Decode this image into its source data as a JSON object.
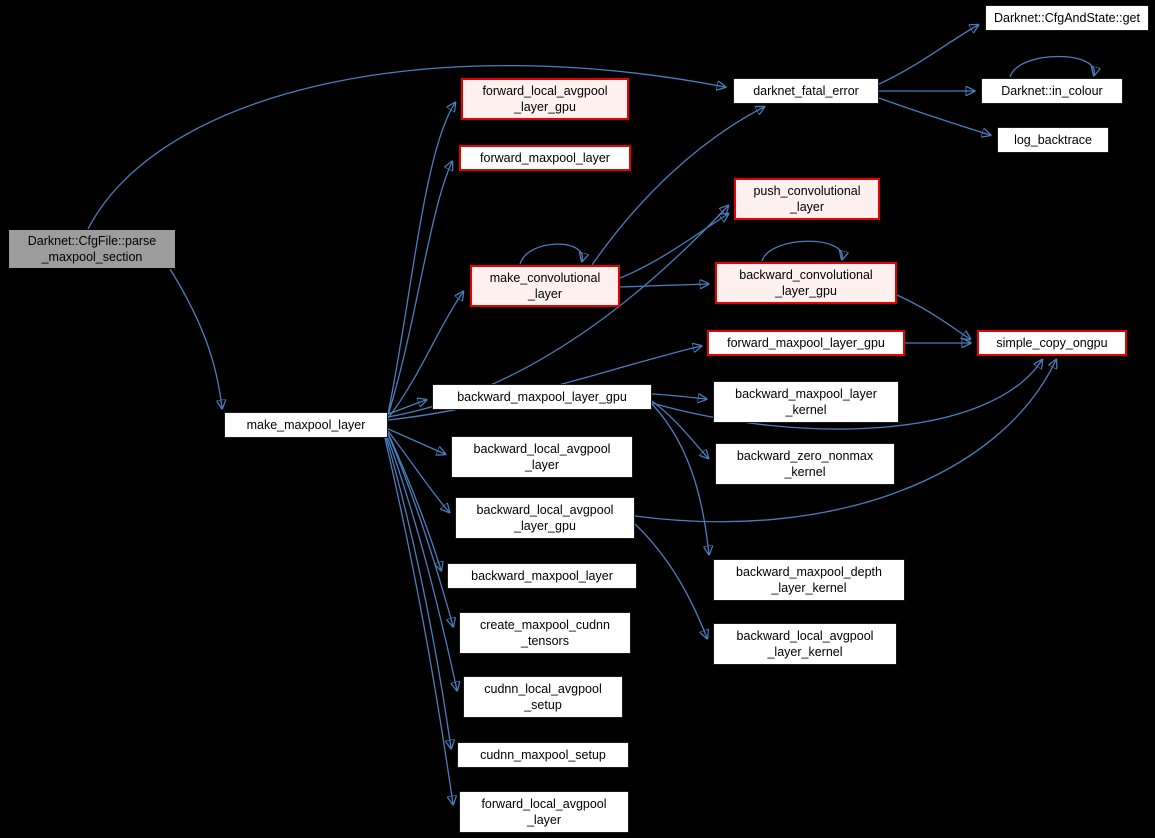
{
  "diagram": {
    "type": "call-graph",
    "colors": {
      "background": "#000000",
      "edge": "#4a7ebc",
      "node_fill": "#ffffff",
      "node_fill_truncated": "#fff0f0",
      "node_border_truncated": "#e60000",
      "current_node_fill": "#9c9c9c",
      "text": "#000000"
    }
  },
  "nodes": {
    "parse_maxpool_section": {
      "label": "Darknet::CfgFile::parse\n_maxpool_section"
    },
    "make_maxpool_layer": {
      "label": "make_maxpool_layer"
    },
    "forward_local_avgpool_layer_gpu": {
      "label": "forward_local_avgpool\n_layer_gpu"
    },
    "forward_maxpool_layer": {
      "label": "forward_maxpool_layer"
    },
    "push_convolutional_layer": {
      "label": "push_convolutional\n_layer"
    },
    "make_convolutional_layer": {
      "label": "make_convolutional\n_layer"
    },
    "backward_convolutional_layer_gpu": {
      "label": "backward_convolutional\n_layer_gpu"
    },
    "forward_maxpool_layer_gpu": {
      "label": "forward_maxpool_layer_gpu"
    },
    "simple_copy_ongpu": {
      "label": "simple_copy_ongpu"
    },
    "darknet_fatal_error": {
      "label": "darknet_fatal_error"
    },
    "cfg_and_state_get": {
      "label": "Darknet::CfgAndState::get"
    },
    "in_colour": {
      "label": "Darknet::in_colour"
    },
    "log_backtrace": {
      "label": "log_backtrace"
    },
    "backward_maxpool_layer_gpu": {
      "label": "backward_maxpool_layer_gpu"
    },
    "backward_maxpool_layer_kernel": {
      "label": "backward_maxpool_layer\n_kernel"
    },
    "backward_local_avgpool_layer": {
      "label": "backward_local_avgpool\n_layer"
    },
    "backward_zero_nonmax_kernel": {
      "label": "backward_zero_nonmax\n_kernel"
    },
    "backward_local_avgpool_layer_gpu": {
      "label": "backward_local_avgpool\n_layer_gpu"
    },
    "backward_maxpool_layer": {
      "label": "backward_maxpool_layer"
    },
    "create_maxpool_cudnn_tensors": {
      "label": "create_maxpool_cudnn\n_tensors"
    },
    "cudnn_local_avgpool_setup": {
      "label": "cudnn_local_avgpool\n_setup"
    },
    "cudnn_maxpool_setup": {
      "label": "cudnn_maxpool_setup"
    },
    "forward_local_avgpool_layer": {
      "label": "forward_local_avgpool\n_layer"
    },
    "backward_maxpool_depth_layer_kernel": {
      "label": "backward_maxpool_depth\n_layer_kernel"
    },
    "backward_local_avgpool_layer_kernel": {
      "label": "backward_local_avgpool\n_layer_kernel"
    }
  },
  "edges": [
    {
      "from": "parse_maxpool_section",
      "to": "darknet_fatal_error"
    },
    {
      "from": "parse_maxpool_section",
      "to": "make_maxpool_layer"
    },
    {
      "from": "make_maxpool_layer",
      "to": "forward_local_avgpool_layer_gpu"
    },
    {
      "from": "make_maxpool_layer",
      "to": "forward_maxpool_layer"
    },
    {
      "from": "make_maxpool_layer",
      "to": "push_convolutional_layer"
    },
    {
      "from": "make_maxpool_layer",
      "to": "make_convolutional_layer"
    },
    {
      "from": "make_maxpool_layer",
      "to": "forward_maxpool_layer_gpu"
    },
    {
      "from": "make_maxpool_layer",
      "to": "backward_maxpool_layer_gpu"
    },
    {
      "from": "make_maxpool_layer",
      "to": "backward_local_avgpool_layer"
    },
    {
      "from": "make_maxpool_layer",
      "to": "backward_local_avgpool_layer_gpu"
    },
    {
      "from": "make_maxpool_layer",
      "to": "backward_maxpool_layer"
    },
    {
      "from": "make_maxpool_layer",
      "to": "create_maxpool_cudnn_tensors"
    },
    {
      "from": "make_maxpool_layer",
      "to": "cudnn_local_avgpool_setup"
    },
    {
      "from": "make_maxpool_layer",
      "to": "cudnn_maxpool_setup"
    },
    {
      "from": "make_maxpool_layer",
      "to": "forward_local_avgpool_layer"
    },
    {
      "from": "make_convolutional_layer",
      "to": "darknet_fatal_error"
    },
    {
      "from": "make_convolutional_layer",
      "to": "push_convolutional_layer"
    },
    {
      "from": "make_convolutional_layer",
      "to": "backward_convolutional_layer_gpu"
    },
    {
      "from": "make_convolutional_layer",
      "to": "make_convolutional_layer"
    },
    {
      "from": "backward_convolutional_layer_gpu",
      "to": "backward_convolutional_layer_gpu"
    },
    {
      "from": "backward_convolutional_layer_gpu",
      "to": "simple_copy_ongpu"
    },
    {
      "from": "forward_maxpool_layer_gpu",
      "to": "simple_copy_ongpu"
    },
    {
      "from": "backward_maxpool_layer_gpu",
      "to": "backward_maxpool_layer_kernel"
    },
    {
      "from": "backward_maxpool_layer_gpu",
      "to": "backward_zero_nonmax_kernel"
    },
    {
      "from": "backward_maxpool_layer_gpu",
      "to": "backward_maxpool_depth_layer_kernel"
    },
    {
      "from": "backward_maxpool_layer_gpu",
      "to": "simple_copy_ongpu"
    },
    {
      "from": "backward_local_avgpool_layer_gpu",
      "to": "backward_local_avgpool_layer_kernel"
    },
    {
      "from": "backward_local_avgpool_layer_gpu",
      "to": "simple_copy_ongpu"
    },
    {
      "from": "darknet_fatal_error",
      "to": "cfg_and_state_get"
    },
    {
      "from": "darknet_fatal_error",
      "to": "in_colour"
    },
    {
      "from": "darknet_fatal_error",
      "to": "log_backtrace"
    },
    {
      "from": "in_colour",
      "to": "in_colour"
    }
  ]
}
